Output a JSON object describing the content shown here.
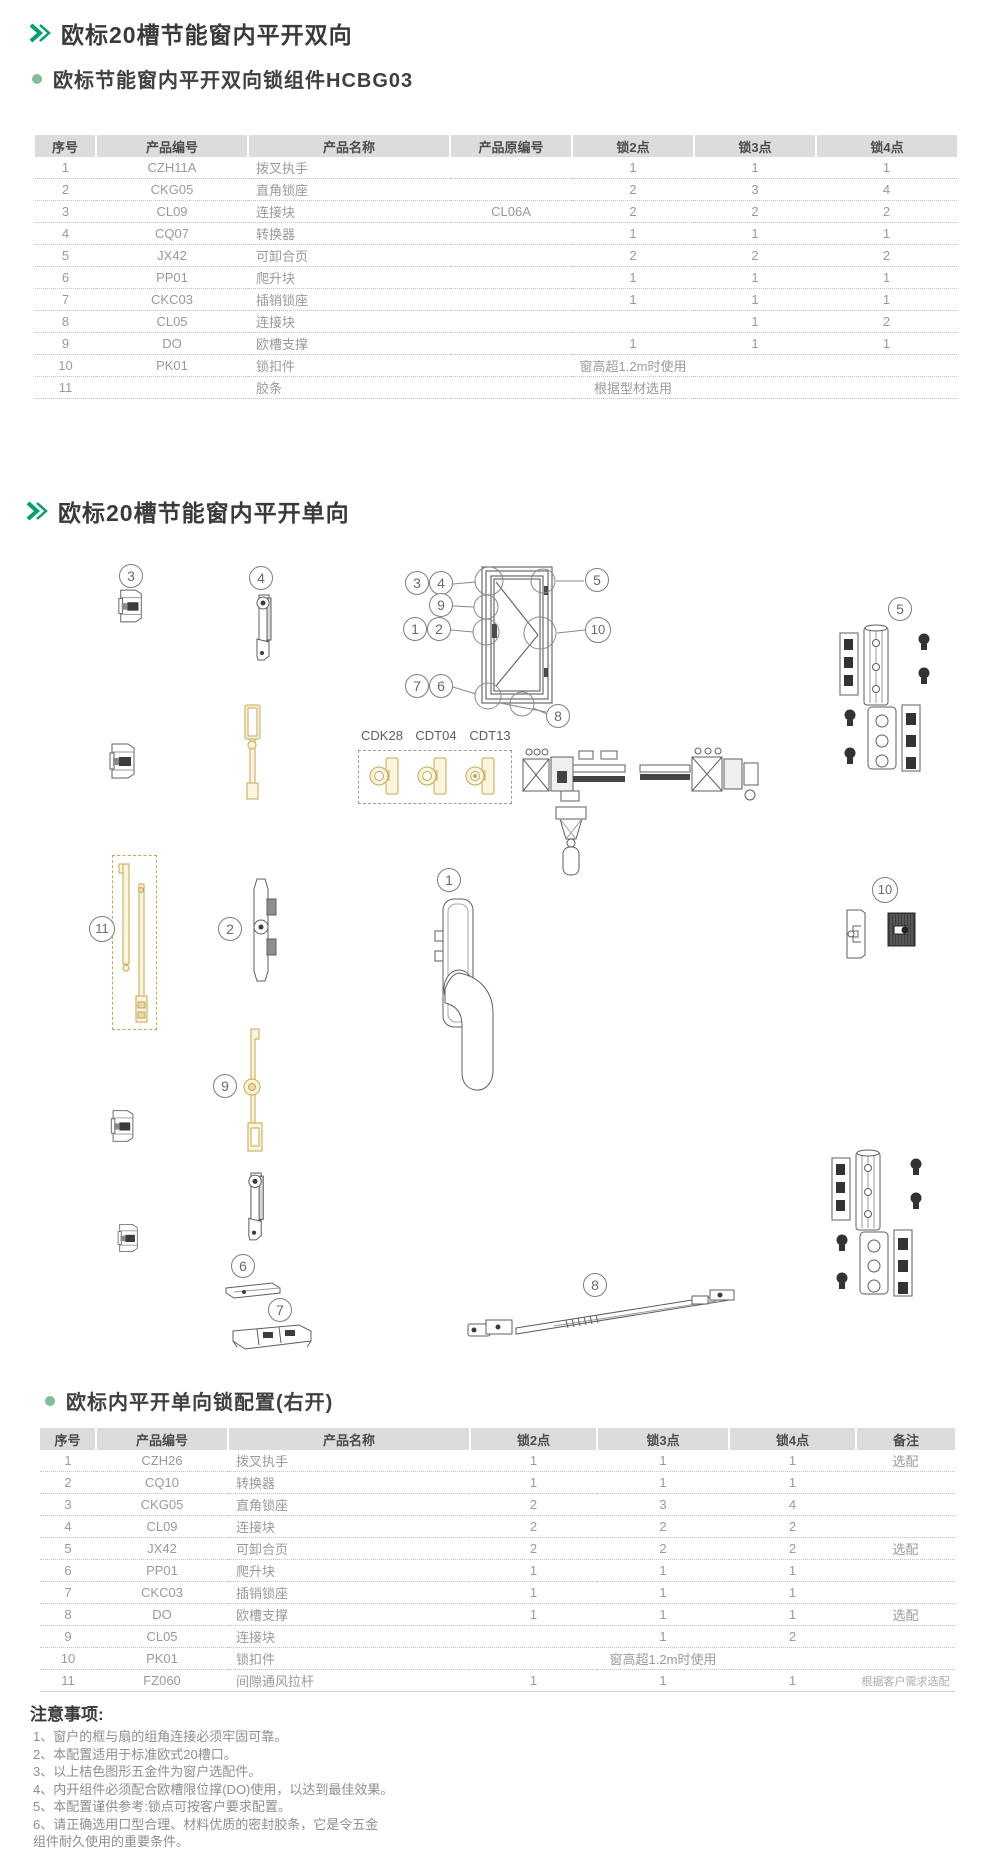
{
  "section1": {
    "title": "欧标20槽节能窗内平开双向",
    "subtitle": "欧标节能窗内平开双向锁组件HCBG03"
  },
  "section2": {
    "title": "欧标20槽节能窗内平开单向",
    "subtitle": "欧标内平开单向锁配置(右开)"
  },
  "table1": {
    "headers": [
      "序号",
      "产品编号",
      "产品名称",
      "产品原编号",
      "锁2点",
      "锁3点",
      "锁4点"
    ],
    "rows": [
      {
        "c": [
          "1",
          "CZH11A",
          "拨叉执手",
          "",
          "1",
          "1",
          "1"
        ]
      },
      {
        "c": [
          "2",
          "CKG05",
          "直角锁座",
          "",
          "2",
          "3",
          "4"
        ]
      },
      {
        "c": [
          "3",
          "CL09",
          "连接块",
          "CL06A",
          "2",
          "2",
          "2"
        ]
      },
      {
        "c": [
          "4",
          "CQ07",
          "转换器",
          "",
          "1",
          "1",
          "1"
        ]
      },
      {
        "c": [
          "5",
          "JX42",
          "可卸合页",
          "",
          "2",
          "2",
          "2"
        ]
      },
      {
        "c": [
          "6",
          "PP01",
          "爬升块",
          "",
          "1",
          "1",
          "1"
        ]
      },
      {
        "c": [
          "7",
          "CKC03",
          "插销锁座",
          "",
          "1",
          "1",
          "1"
        ]
      },
      {
        "c": [
          "8",
          "CL05",
          "连接块",
          "",
          "",
          "1",
          "2"
        ]
      },
      {
        "c": [
          "9",
          "DO",
          "欧槽支撑",
          "",
          "1",
          "1",
          "1"
        ]
      },
      {
        "c": [
          "10",
          "PK01",
          "锁扣件"
        ],
        "span": "窗高超1.2m时使用",
        "span_cols": 3,
        "after": [
          ""
        ]
      },
      {
        "c": [
          "11",
          "",
          "胶条"
        ],
        "span": "根据型材选用",
        "span_cols": 3,
        "after": [
          ""
        ]
      }
    ]
  },
  "table2": {
    "headers": [
      "序号",
      "产品编号",
      "产品名称",
      "锁2点",
      "锁3点",
      "锁4点",
      "备注"
    ],
    "rows": [
      {
        "c": [
          "1",
          "CZH26",
          "拨叉执手",
          "1",
          "1",
          "1",
          "选配"
        ]
      },
      {
        "c": [
          "2",
          "CQ10",
          "转换器",
          "1",
          "1",
          "1",
          ""
        ]
      },
      {
        "c": [
          "3",
          "CKG05",
          "直角锁座",
          "2",
          "3",
          "4",
          ""
        ]
      },
      {
        "c": [
          "4",
          "CL09",
          "连接块",
          "2",
          "2",
          "2",
          ""
        ]
      },
      {
        "c": [
          "5",
          "JX42",
          "可卸合页",
          "2",
          "2",
          "2",
          "选配"
        ]
      },
      {
        "c": [
          "6",
          "PP01",
          "爬升块",
          "1",
          "1",
          "1",
          ""
        ]
      },
      {
        "c": [
          "7",
          "CKC03",
          "插销锁座",
          "1",
          "1",
          "1",
          ""
        ]
      },
      {
        "c": [
          "8",
          "DO",
          "欧槽支撑",
          "1",
          "1",
          "1",
          "选配"
        ]
      },
      {
        "c": [
          "9",
          "CL05",
          "连接块",
          "",
          "1",
          "2",
          ""
        ]
      },
      {
        "c": [
          "10",
          "PK01",
          "锁扣件"
        ],
        "span": "窗高超1.2m时使用",
        "span_cols": 3,
        "after": [
          ""
        ]
      },
      {
        "c": [
          "11",
          "FZ060",
          "间隙通风拉杆",
          "1",
          "1",
          "1",
          "根据客户需求选配"
        ]
      }
    ]
  },
  "diagram": {
    "callouts": {
      "n1": "1",
      "n2": "2",
      "n3": "3",
      "n4": "4",
      "n5": "5",
      "n6": "6",
      "n7": "7",
      "n8": "8",
      "n9": "9",
      "n10": "10",
      "n11": "11"
    },
    "part_labels": {
      "cdk28": "CDK28",
      "cdt04": "CDT04",
      "cdt13": "CDT13"
    }
  },
  "notes": {
    "title": "注意事项:",
    "lines": [
      "1、窗户的框与扇的组角连接必须牢固可靠。",
      "2、本配置适用于标准欧式20槽口。",
      "3、以上桔色图形五金件为窗户选配件。",
      "4、内开组件必须配合欧槽限位撑(DO)使用，以达到最佳效果。",
      "5、本配置谨供参考:锁点可按客户要求配置。",
      "6、请正确选用口型合理、材料优质的密封胶条，它是令五金",
      "组件耐久使用的重要条件。"
    ]
  },
  "colors": {
    "accent_green": "#00a06e",
    "bullet_green": "#7fbe96",
    "table_header_bg": "#dcdcdc",
    "optional_part_yellow": "#c9a84c"
  }
}
